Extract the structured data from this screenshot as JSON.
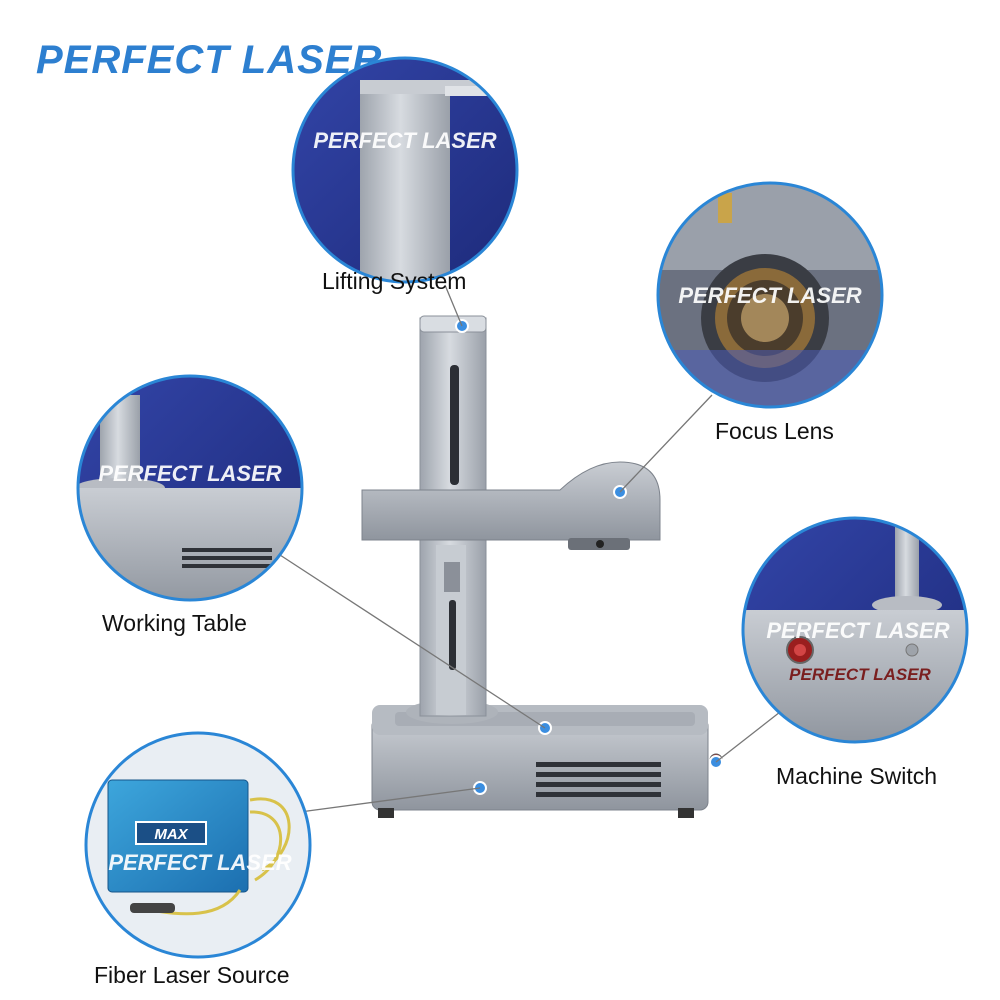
{
  "brand": {
    "logo_text": "PERFECT LASER"
  },
  "watermark": "PERFECT LASER",
  "laser_brand": "MAX",
  "panel_brand": "PERFECT LASER",
  "callouts": {
    "lifting_system": "Lifting System",
    "focus_lens": "Focus Lens",
    "working_table": "Working Table",
    "machine_switch": "Machine Switch",
    "fiber_laser_source": "Fiber Laser Source"
  },
  "colors": {
    "brand_blue": "#2d7fd0",
    "callout_border": "#2a86d6",
    "marker_blue": "#3b8ee0"
  }
}
